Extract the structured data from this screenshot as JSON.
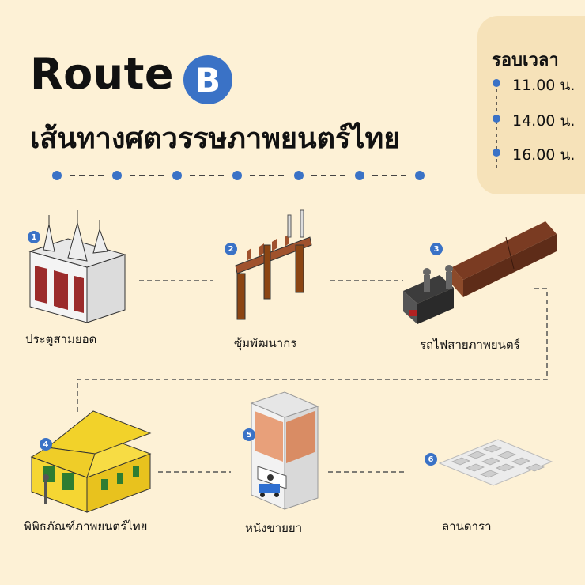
{
  "header": {
    "route_word": "Route",
    "route_letter": "B",
    "subtitle": "เส้นทางศตวรรษภาพยนตร์ไทย"
  },
  "schedule": {
    "title": "รอบเวลา",
    "times": [
      "11.00 น.",
      "14.00 น.",
      "16.00 น."
    ]
  },
  "stops": [
    {
      "number": "1",
      "name": "ประตูสามยอด",
      "icon": "three-spire-gate-icon"
    },
    {
      "number": "2",
      "name": "ซุ้มพัฒนากร",
      "icon": "wooden-arch-icon"
    },
    {
      "number": "3",
      "name": "รถไฟสายภาพยนตร์",
      "icon": "steam-train-icon"
    },
    {
      "number": "4",
      "name": "พิพิธภัณฑ์ภาพยนตร์ไทย",
      "icon": "yellow-museum-icon"
    },
    {
      "number": "5",
      "name": "หนังขายยา",
      "icon": "medicine-cinema-tower-icon"
    },
    {
      "number": "6",
      "name": "ลานดารา",
      "icon": "star-handprint-plaza-icon"
    }
  ],
  "colors": {
    "background": "#fdf1d6",
    "panel": "#f6e2b9",
    "accent_blue": "#3a72c6",
    "text": "#111111"
  }
}
